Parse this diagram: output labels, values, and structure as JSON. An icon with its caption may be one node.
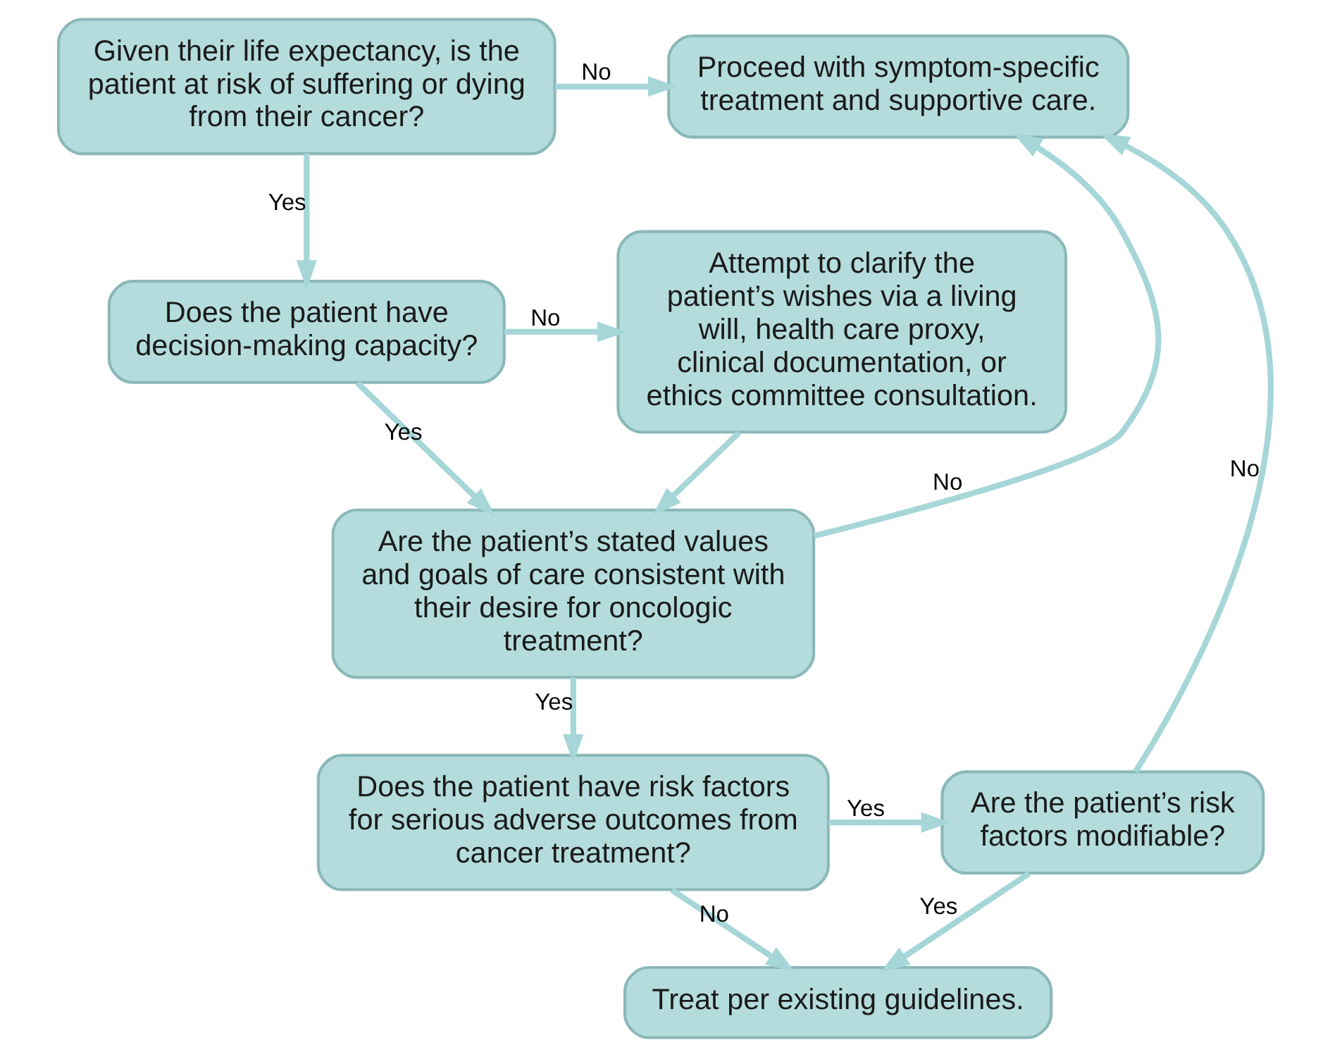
{
  "diagram": {
    "nodes": [
      {
        "text": [
          "Given their life expectancy, is the patient at risk of suffering or dying from their cancer?"
        ]
      },
      {
        "text": [
          "Proceed with symptom-specific treatment and supportive care."
        ]
      },
      {
        "text": [
          "Does the patient have decision-making capacity?"
        ]
      },
      {
        "text": [
          "Attempt to clarify the patient’s wishes via a living will, health care proxy, clinical documentation, or ethics committee consultation."
        ]
      },
      {
        "text": [
          "Are the patient’s stated values and goals of care consistent with their desire for oncologic treatment?"
        ]
      },
      {
        "text": [
          "Does the patient have risk factors for serious adverse outcomes from cancer treatment?"
        ]
      },
      {
        "text": [
          "Are the patient’s risk factors modifiable?"
        ]
      },
      {
        "text": [
          "Treat per existing guidelines."
        ]
      }
    ],
    "edges": [
      {
        "from": 0,
        "to": 1,
        "arrow": "to",
        "label": "No"
      },
      {
        "from": 0,
        "to": 2,
        "arrow": "to",
        "label": "Yes"
      },
      {
        "from": 2,
        "to": 3,
        "arrow": "to",
        "label": "No"
      },
      {
        "from": 2,
        "to": 4,
        "arrow": "to",
        "label": "Yes"
      },
      {
        "from": 3,
        "to": 4,
        "arrow": "to"
      },
      {
        "from": 4,
        "to": 1,
        "arrow": "to",
        "label": "No"
      },
      {
        "from": 4,
        "to": 5,
        "arrow": "to",
        "label": "Yes"
      },
      {
        "from": 5,
        "to": 6,
        "arrow": "to",
        "label": "Yes"
      },
      {
        "from": 5,
        "to": 7,
        "arrow": "to",
        "label": "No"
      },
      {
        "from": 6,
        "to": 7,
        "arrow": "to",
        "label": "Yes"
      },
      {
        "from": 6,
        "to": 1,
        "arrow": "to",
        "label": "No"
      }
    ]
  }
}
